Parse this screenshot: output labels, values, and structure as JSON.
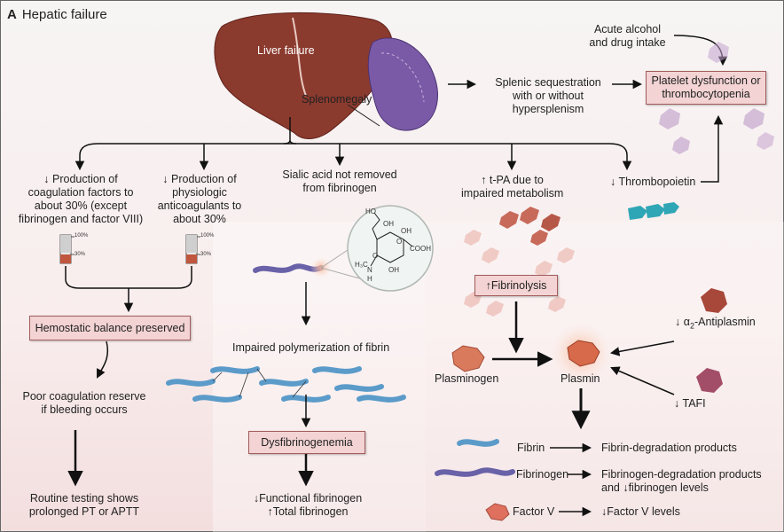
{
  "panel": {
    "letter": "A",
    "title": "Hepatic failure"
  },
  "organs": {
    "liver_label": "Liver failure",
    "spleen_label": "Splenomegaly"
  },
  "top": {
    "splenic": [
      "Splenic sequestration",
      "with or without",
      "hypersplenism"
    ],
    "alcohol": [
      "Acute alcohol",
      "and drug intake"
    ],
    "platelet_box": [
      "Platelet dysfunction or",
      "thrombocytopenia"
    ]
  },
  "effects": {
    "coag_factors": [
      "↓ Production of",
      "coagulation factors to",
      "about 30% (except",
      "fibrinogen and factor VIII)"
    ],
    "anticoagulants": [
      "↓ Production of",
      "physiologic",
      "anticoagulants to",
      "about 30%"
    ],
    "sialic": [
      "Sialic acid not removed",
      "from fibrinogen"
    ],
    "tpa": [
      "↑ t-PA due to",
      "impaired metabolism"
    ],
    "thrombopoietin": "↓ Thrombopoietin"
  },
  "gauges": {
    "label_100": "100%",
    "label_30": "30%"
  },
  "hemostasis": {
    "box": "Hemostatic balance preserved",
    "reserve": [
      "Poor coagulation reserve",
      "if bleeding occurs"
    ],
    "testing": [
      "Routine testing shows",
      "prolonged PT or APTT"
    ]
  },
  "fibrin": {
    "impaired": "Impaired polymerization of fibrin",
    "dysfib_box": "Dysfibrinogenemia",
    "result": [
      "↓Functional fibrinogen",
      "↑Total fibrinogen"
    ]
  },
  "molecule": {
    "groups": [
      "HO",
      "OH",
      "OH",
      "COOH",
      "O",
      "H₃C",
      "N",
      "H",
      "O",
      "OH"
    ]
  },
  "fibrinolysis": {
    "box": "↑Fibrinolysis",
    "antiplasmin_pre": "↓ α",
    "antiplasmin_sub": "2",
    "antiplasmin_post": "-Antiplasmin",
    "plasminogen": "Plasminogen",
    "plasmin": "Plasmin",
    "tafi": "↓ TAFI"
  },
  "products": {
    "fibrin": "Fibrin",
    "fibrin_result": "Fibrin-degradation products",
    "fibrinogen": "Fibrinogen",
    "fibrinogen_result": [
      "Fibrinogen-degradation products",
      "and ↓fibrinogen levels"
    ],
    "factor_v": "Factor V",
    "factor_v_result": "↓Factor V levels"
  },
  "colors": {
    "box_fill": "#f3d3d3",
    "box_border": "#a25c5c",
    "liver": "#8b3a2e",
    "spleen": "#7a5aa6",
    "fibrin": "#5b9bc9",
    "fibrinogen": "#6a62a8",
    "plasmin": "#d66a4a"
  }
}
